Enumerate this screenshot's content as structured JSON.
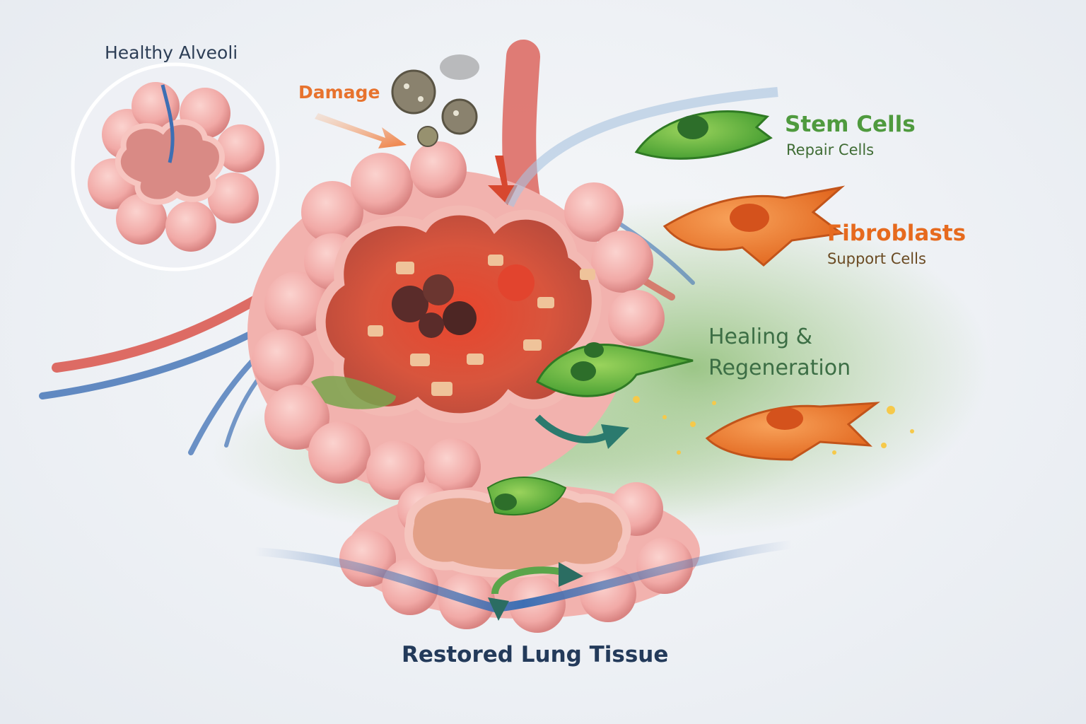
{
  "labels": {
    "healthy_alveoli": "Healthy Alveoli",
    "damage": "Damage",
    "stem_cells": "Stem Cells",
    "repair_cells": "Repair Cells",
    "fibroblasts": "Fibroblasts",
    "support_cells": "Support Cells",
    "healing_line1": "Healing &",
    "healing_line2": "Regeneration",
    "restored": "Restored Lung Tissue"
  },
  "colors": {
    "tissue_pink": "#f0a7a6",
    "stem_green": "#5fb640",
    "fibro_orange": "#ef7a2a",
    "vessel_red": "#d9534a",
    "vessel_blue": "#3d6fb4",
    "damage_arrow": "#f0854a",
    "title_navy": "#233a5a"
  },
  "icons": [
    "damage-arrow-icon",
    "particle-icon",
    "repair-arrow-icon",
    "recycle-arrow-icon"
  ]
}
